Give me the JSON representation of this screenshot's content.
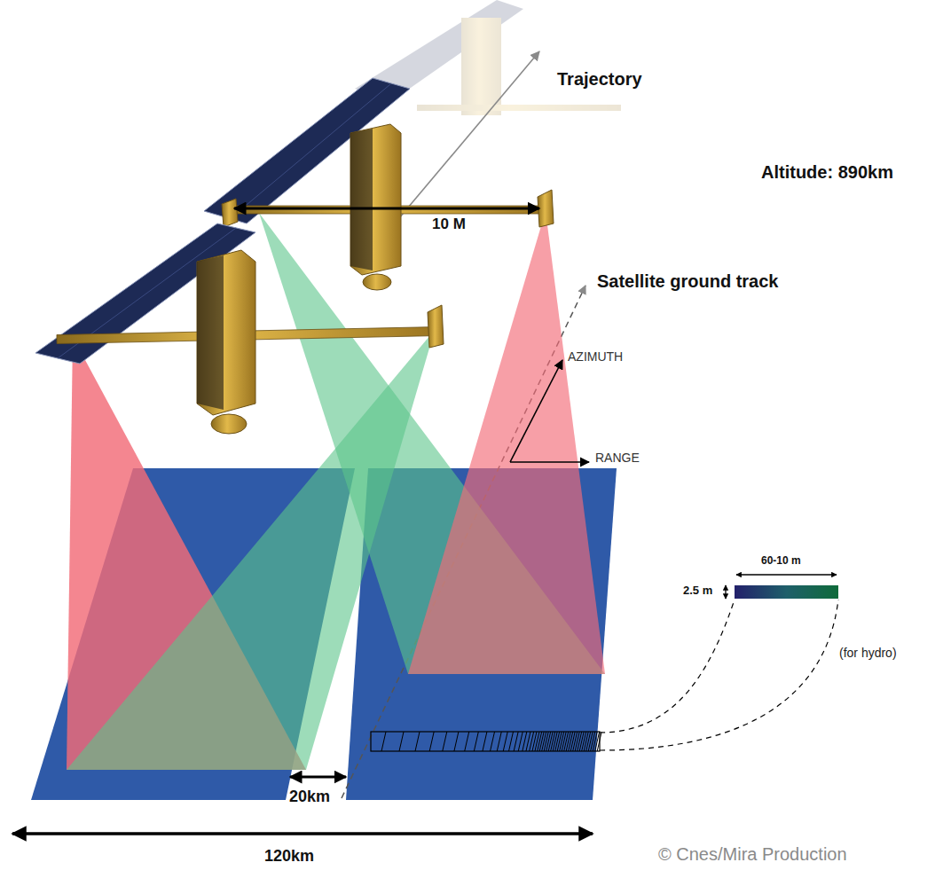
{
  "diagram": {
    "labels": [
      "Trajectory",
      "Altitude: 890km",
      "10 M",
      "Satellite ground track",
      "AZIMUTH",
      "RANGE",
      "60-10 m",
      "2.5 m",
      "(for hydro)",
      "20km",
      "120km",
      "© Cnes/Mira Production"
    ]
  }
}
